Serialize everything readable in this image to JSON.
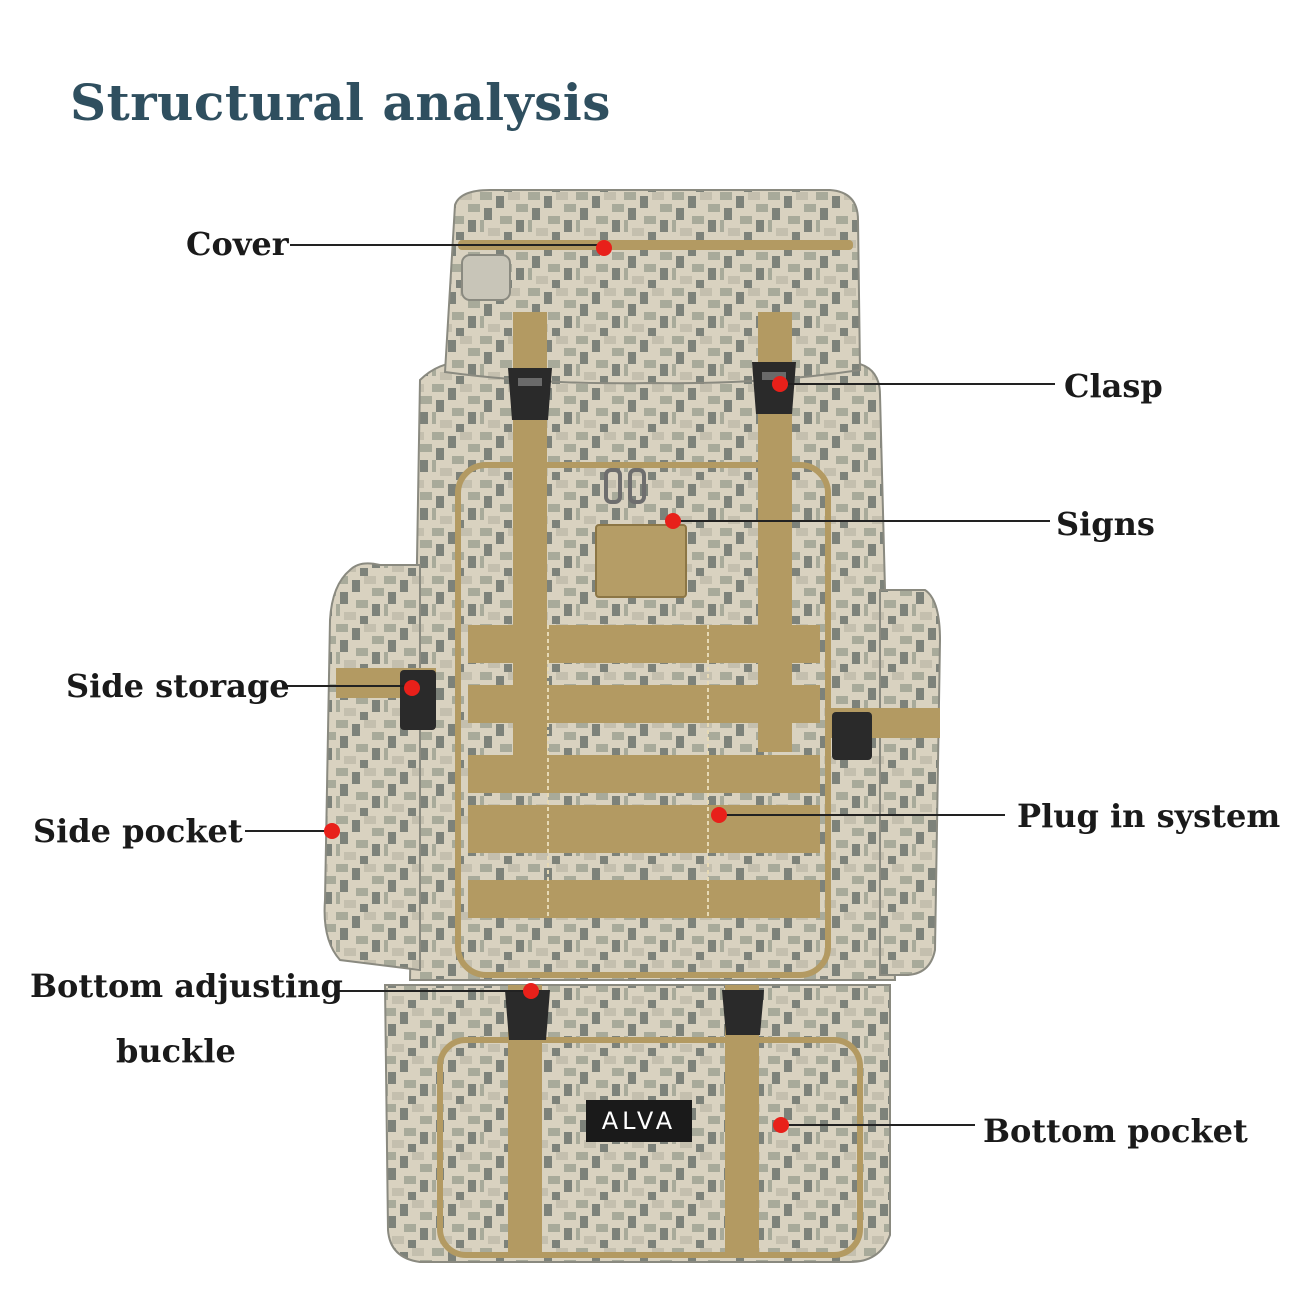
{
  "title": "Structural analysis",
  "brand": "ALVA",
  "colors": {
    "title": "#2f4f5f",
    "strap": "#b39a62",
    "camo_light": "#ddd5c4",
    "camo_mid": "#a9aa9b",
    "camo_dark": "#7b8079",
    "marker": "#e8201a"
  },
  "labels": {
    "cover": "Cover",
    "clasp": "Clasp",
    "signs": "Signs",
    "side_storage": "Side storage",
    "plug_in_system": "Plug in system",
    "side_pocket": "Side pocket",
    "bottom_adjusting_buckle_line1": "Bottom adjusting",
    "bottom_adjusting_buckle_line2": "buckle",
    "bottom_pocket": "Bottom pocket"
  }
}
